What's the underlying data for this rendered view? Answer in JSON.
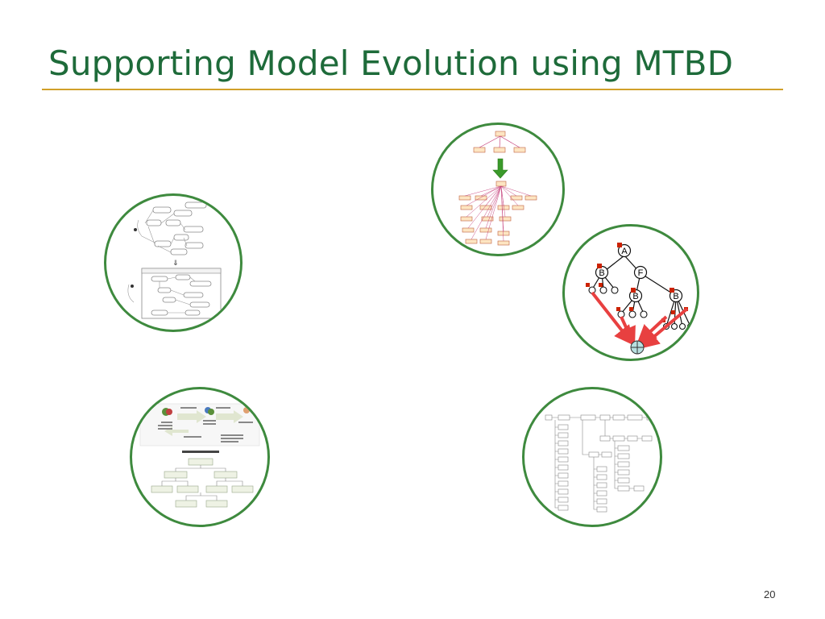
{
  "slide": {
    "title": "Supporting Model Evolution using MTBD",
    "page_number": "20"
  },
  "colors": {
    "title": "#1e6b3a",
    "rule": "#d1a029",
    "circle_border": "#3e8a3e",
    "arrow": "#e84040",
    "tag": "#cc2200",
    "transform_arrow": "#3a9a2a"
  },
  "tree": {
    "nodes": [
      "A",
      "B",
      "F",
      "B",
      "B"
    ]
  }
}
